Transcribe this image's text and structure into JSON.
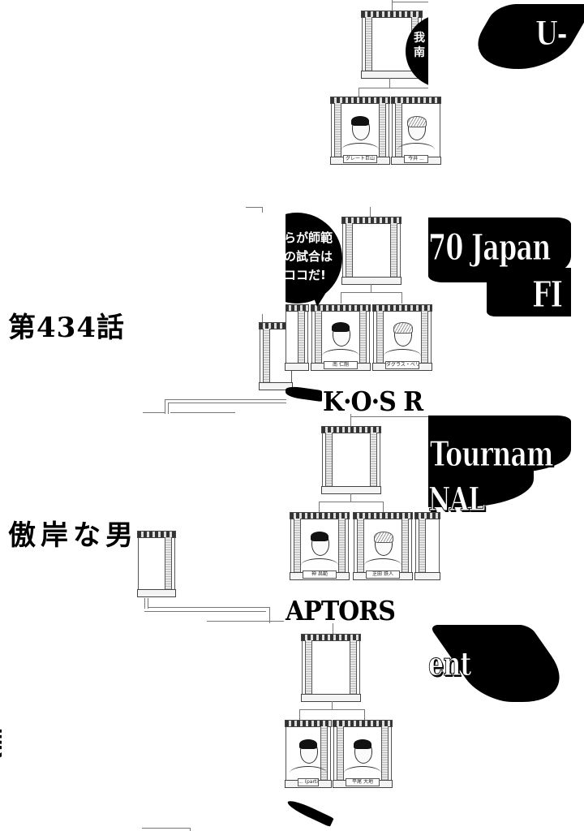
{
  "page": {
    "type": "manga-page-scrambled-tiles",
    "chapter_number": "第434話",
    "chapter_title": "傲岸な男",
    "fragment_glyph": "男"
  },
  "bubbles": {
    "top_right": [
      "我",
      "南"
    ],
    "middle": [
      "らが師範",
      "の試合は",
      "ココだ!"
    ]
  },
  "logo": {
    "fragments": [
      "U-",
      "K·O·S R",
      "70 Japan",
      "FI",
      "Tournam",
      "NAL",
      "APTORS",
      "ent"
    ],
    "full_text_guess": "U-70 Japan Tournament FINAL — K·O·S RAPTORS"
  },
  "bracket": {
    "fighters": [
      {
        "name": "グレート巨山",
        "hair": "dark"
      },
      {
        "name": "今井 ...",
        "hair": "light"
      },
      {
        "name": "南 仁剛",
        "hair": "dark"
      },
      {
        "name": "ダグラス・ベリー",
        "hair": "light"
      },
      {
        "name": "神 昌範",
        "hair": "dark"
      },
      {
        "name": "芝田 鉄人",
        "hair": "light"
      },
      {
        "name": "... (partial)",
        "hair": "dark"
      },
      {
        "name": "平尾 大地",
        "hair": "dark"
      }
    ]
  }
}
